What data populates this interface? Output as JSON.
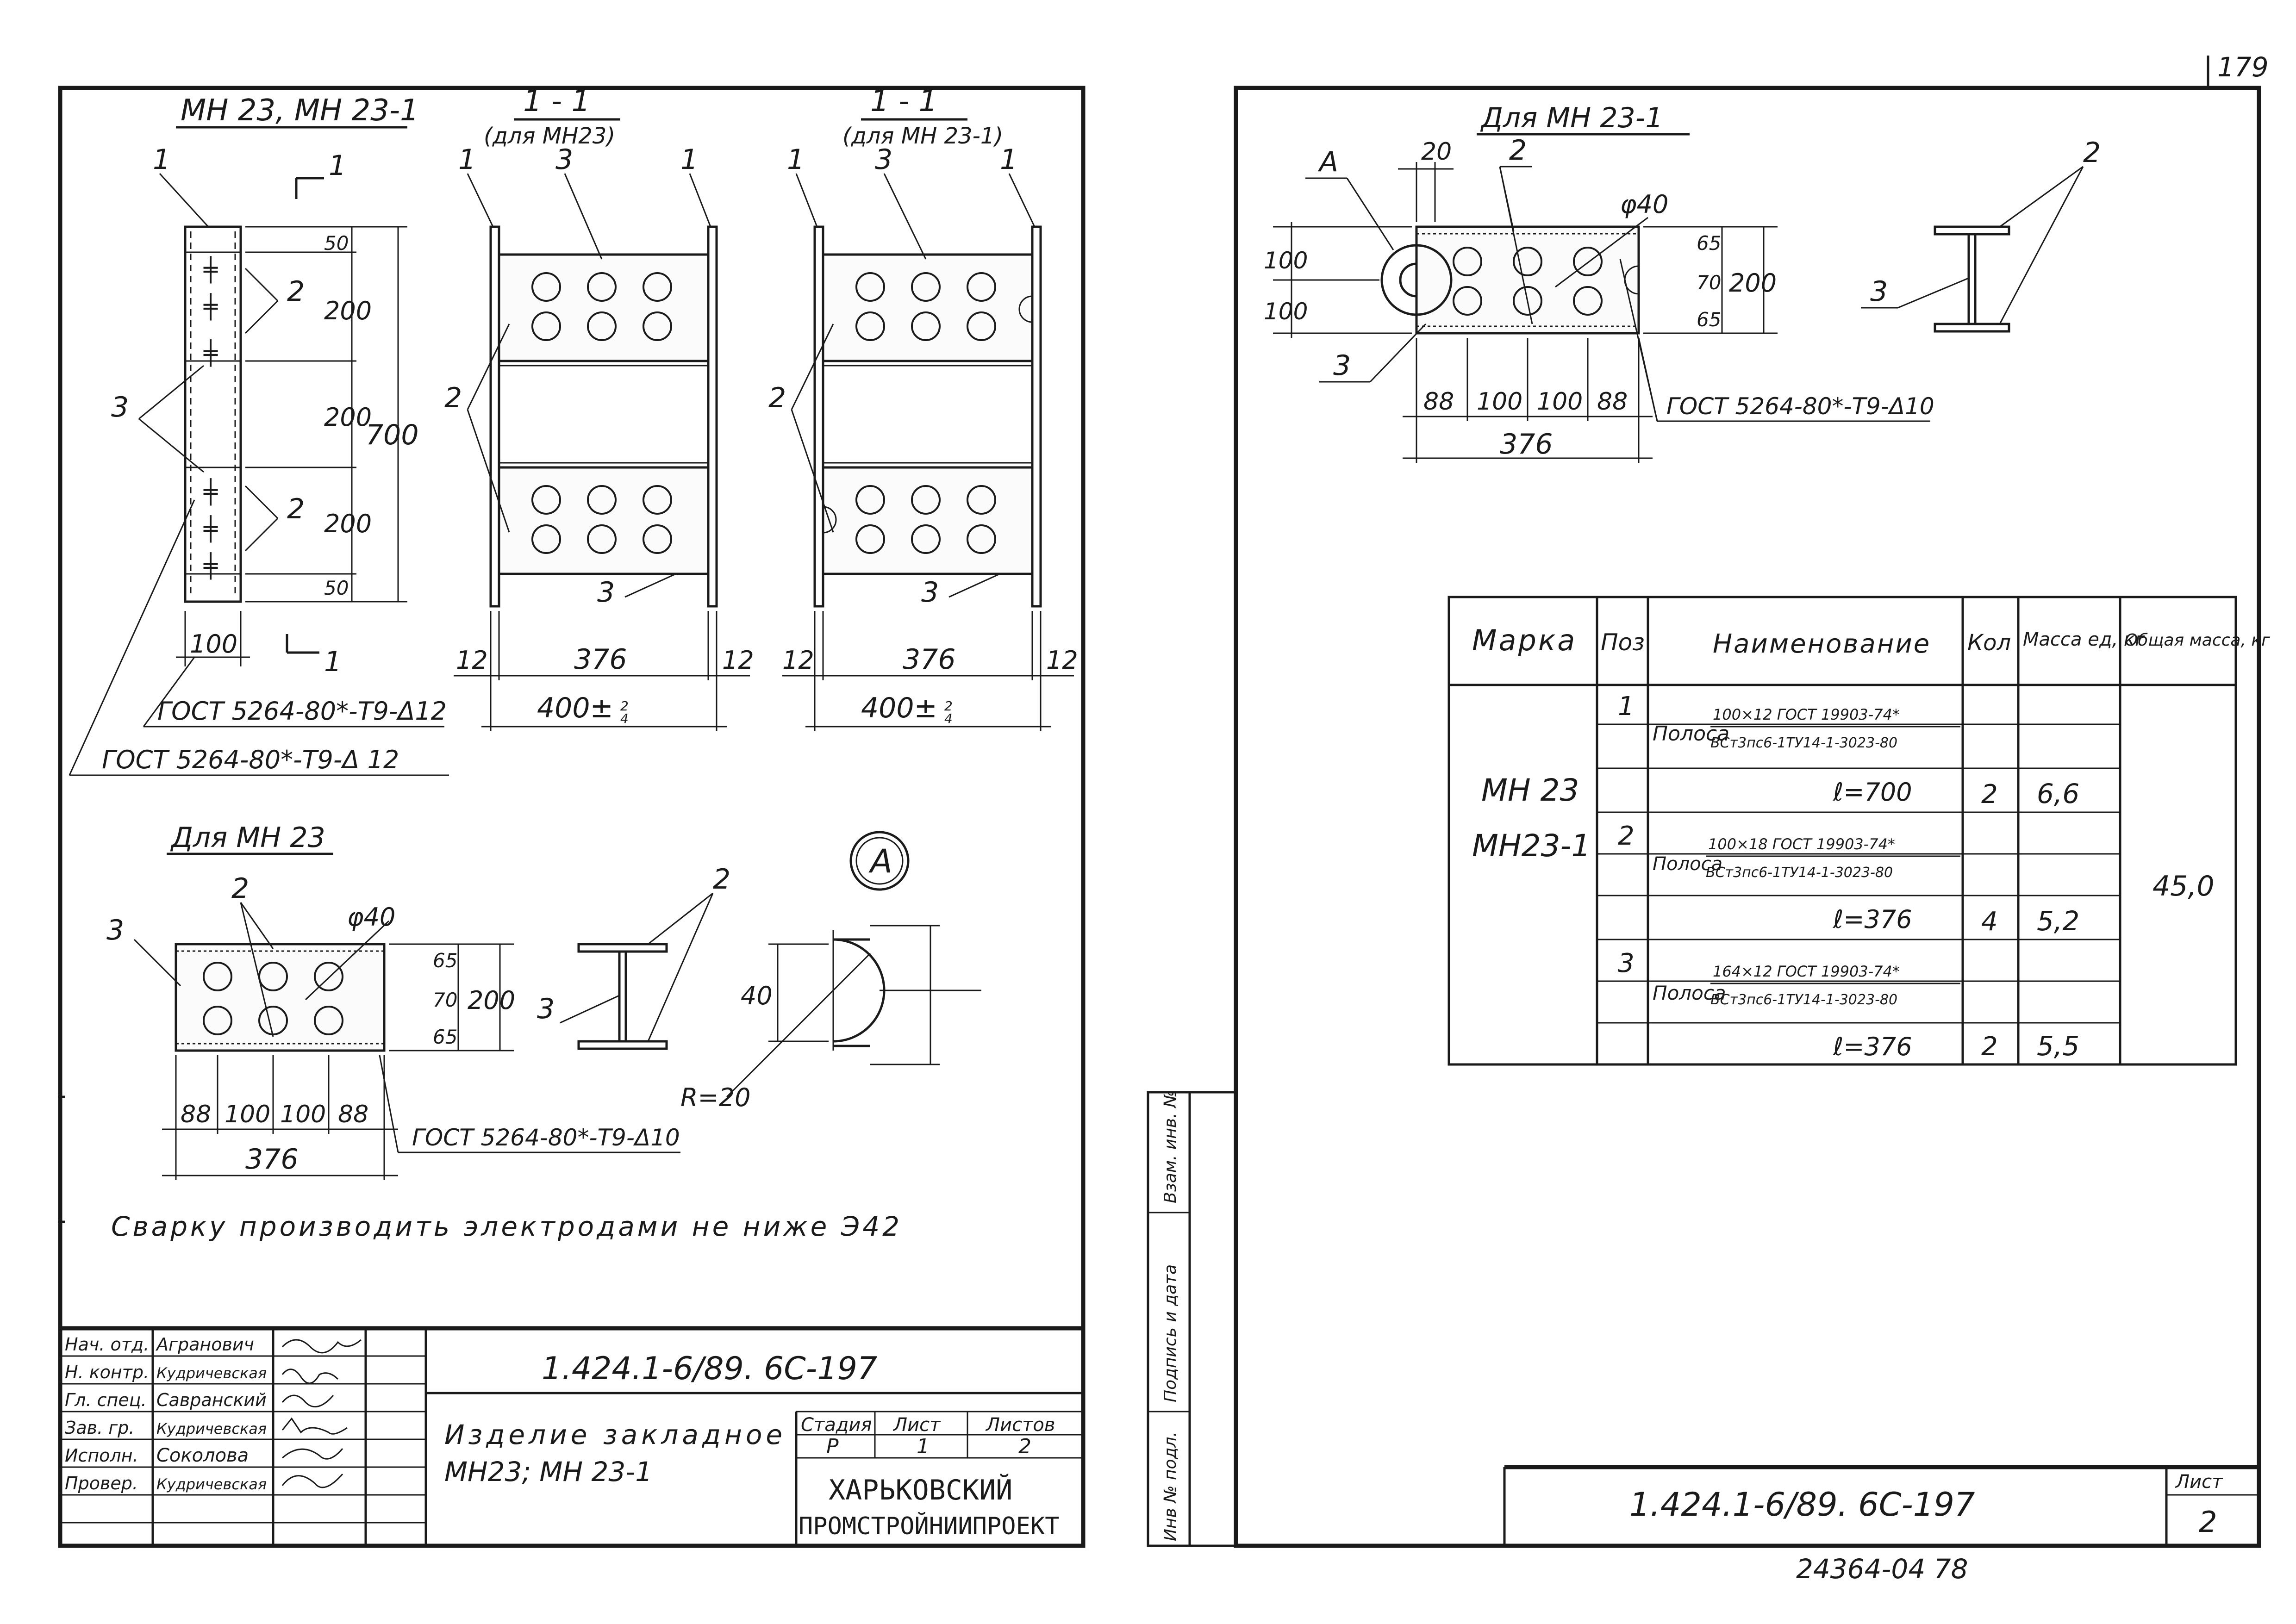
{
  "page_number": "179",
  "bottom_stamp": "24364-04   78",
  "left_sheet": {
    "title_marks": "МН 23, МН 23-1",
    "section_label_1": "1 - 1",
    "section_label_1_sub": "(для МН23)",
    "section_label_2": "1 - 1",
    "section_label_2_sub": "(для МН 23-1)",
    "cut_marker": "1",
    "side_dims": [
      "50",
      "200",
      "200",
      "200",
      "50"
    ],
    "overall_height": "700",
    "width_dim": "100",
    "sect_dims": [
      "12",
      "376",
      "12"
    ],
    "total_tol_1": "400±",
    "total_tol_2": "400±",
    "weld_note_1": "ГОСТ 5264-80*-Т9-Δ12",
    "weld_note_2": "ГОСТ 5264-80*-Т9-Δ 12",
    "callouts": [
      "1",
      "2",
      "3"
    ],
    "mn23_title": "Для МН 23",
    "mn23_hole": "φ40",
    "mn23_v_dims": [
      "65",
      "70",
      "65"
    ],
    "mn23_h_total": "200",
    "mn23_h_dims": [
      "88",
      "100",
      "100",
      "88"
    ],
    "mn23_total": "376",
    "mn23_weld": "ГОСТ 5264-80*-Т9-Δ10",
    "detail_label": "А",
    "detail_height": "40",
    "detail_radius": "R=20",
    "note": "Сварку производить электродами не ниже Э42",
    "title_block": {
      "roles": [
        "Нач. отд.",
        "Н. контр.",
        "Гл. спец.",
        "Зав. гр.",
        "Исполн.",
        "Провер."
      ],
      "names": [
        "Агранович",
        "Кудричевская",
        "Савранский",
        "Кудричевская",
        "Соколова",
        "Кудричевская"
      ],
      "doc_code": "1.424.1-6/89. 6С-197",
      "item_line_1": "Изделие закладное",
      "item_line_2": "МН23; МН 23-1",
      "stage_header": [
        "Стадия",
        "Лист",
        "Листов"
      ],
      "stage_values": [
        "Р",
        "1",
        "2"
      ],
      "org_line_1": "ХАРЬКОВСКИЙ",
      "org_line_2": "ПРОМСТРОЙНИИПРОЕКТ"
    }
  },
  "right_sheet": {
    "title": "Для МН 23-1",
    "detail_ref": "А",
    "top_dim": "20",
    "hole": "φ40",
    "left_dims": [
      "100",
      "100"
    ],
    "right_dims": [
      "65",
      "70",
      "65"
    ],
    "right_total": "200",
    "h_dims": [
      "88",
      "100",
      "100",
      "88"
    ],
    "total": "376",
    "weld": "ГОСТ 5264-80*-Т9-Δ10",
    "callouts": [
      "2",
      "3",
      "2",
      "3"
    ],
    "spec_table": {
      "headers": [
        "Марка",
        "Поз",
        "Наименование",
        "Кол",
        "Масса ед, кг",
        "Общая масса, кг"
      ],
      "marks": [
        "МН 23",
        "МН23-1"
      ],
      "total_mass": "45,0",
      "rows": [
        {
          "pos": "1",
          "name_prefix": "Полоса",
          "name_top": "100×12 ГОСТ 19903-74*",
          "name_bottom": "ВСт3пс6-1ТУ14-1-3023-80",
          "len": "ℓ=700",
          "qty": "2",
          "mass": "6,6"
        },
        {
          "pos": "2",
          "name_prefix": "Полоса",
          "name_top": "100×18 ГОСТ 19903-74*",
          "name_bottom": "ВСт3пс6-1ТУ14-1-3023-80",
          "len": "ℓ=376",
          "qty": "4",
          "mass": "5,2"
        },
        {
          "pos": "3",
          "name_prefix": "Полоса",
          "name_top": "164×12 ГОСТ 19903-74*",
          "name_bottom": "ВСт3пс6-1ТУ14-1-3023-80",
          "len": "ℓ=376",
          "qty": "2",
          "mass": "5,5"
        }
      ]
    },
    "side_strip": [
      "Инв № подл.",
      "Подпись и дата",
      "Взам. инв. №"
    ],
    "doc_code": "1.424.1-6/89. 6С-197",
    "sheet_label": "Лист",
    "sheet_num": "2"
  }
}
